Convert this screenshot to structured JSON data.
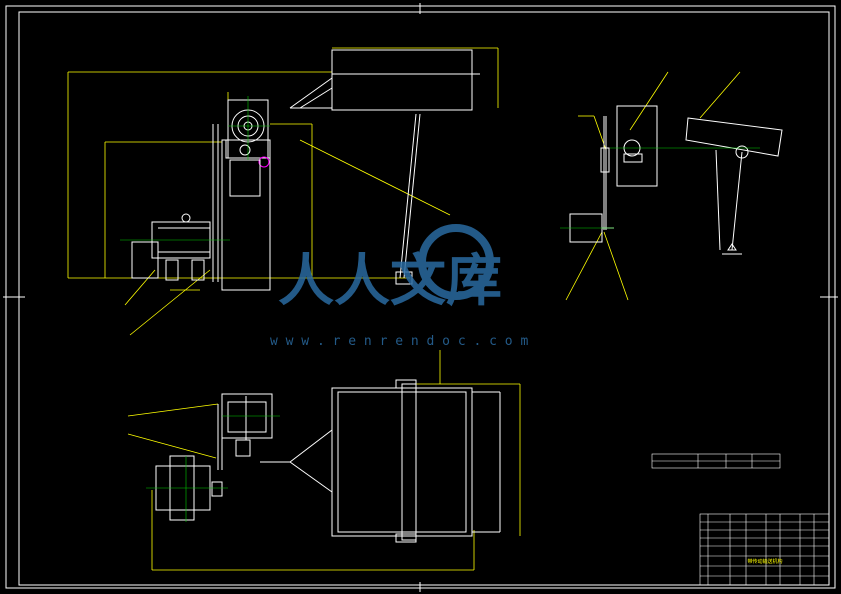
{
  "watermark": {
    "brand": "人人文库",
    "url": "w w w . r e n r e n d o c . c o m"
  },
  "colors": {
    "background": "#000000",
    "frame": "#ffffff",
    "dimension": "#ffff00",
    "centerline": "#00cc00",
    "part": "#ffffff",
    "highlight": "#ff00ff",
    "watermark": "#2a6aa0"
  },
  "drawing_title": "带传动输送机构"
}
